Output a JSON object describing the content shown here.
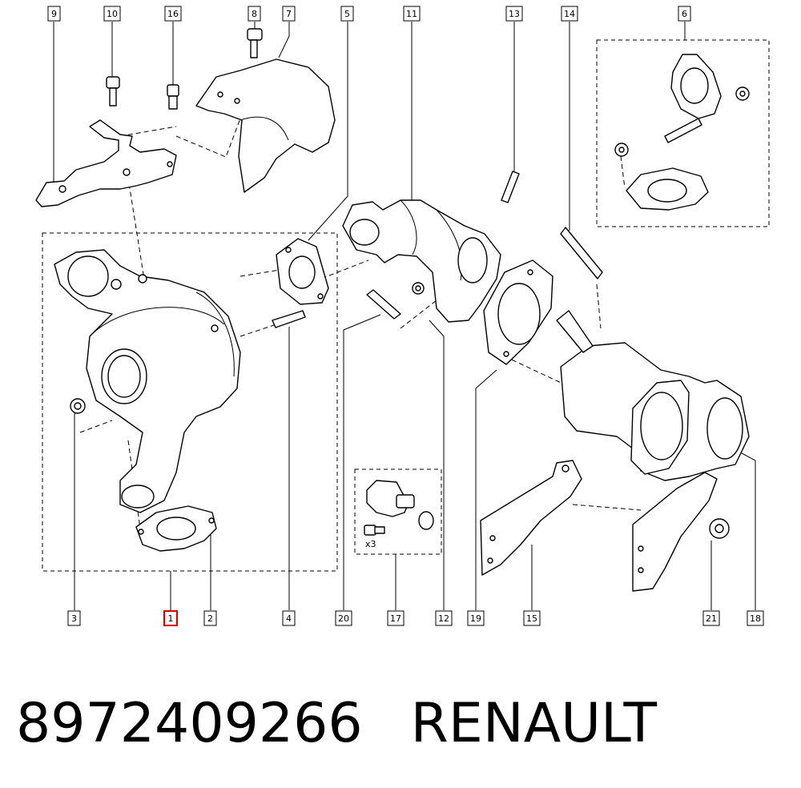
{
  "diagram": {
    "callouts": [
      {
        "id": "9",
        "label": "9"
      },
      {
        "id": "10",
        "label": "10"
      },
      {
        "id": "16",
        "label": "16"
      },
      {
        "id": "8",
        "label": "8"
      },
      {
        "id": "7",
        "label": "7"
      },
      {
        "id": "5",
        "label": "5"
      },
      {
        "id": "11",
        "label": "11"
      },
      {
        "id": "13",
        "label": "13"
      },
      {
        "id": "14",
        "label": "14"
      },
      {
        "id": "6",
        "label": "6"
      },
      {
        "id": "3",
        "label": "3"
      },
      {
        "id": "1",
        "label": "1",
        "highlighted": true
      },
      {
        "id": "2",
        "label": "2"
      },
      {
        "id": "4",
        "label": "4"
      },
      {
        "id": "20",
        "label": "20"
      },
      {
        "id": "17",
        "label": "17"
      },
      {
        "id": "12",
        "label": "12"
      },
      {
        "id": "19",
        "label": "19"
      },
      {
        "id": "15",
        "label": "15"
      },
      {
        "id": "21",
        "label": "21"
      },
      {
        "id": "18",
        "label": "18"
      }
    ],
    "quantity_note": "x3",
    "highlight_color": "#d40000"
  },
  "footer": {
    "part_number": "8972409266",
    "brand": "RENAULT"
  }
}
